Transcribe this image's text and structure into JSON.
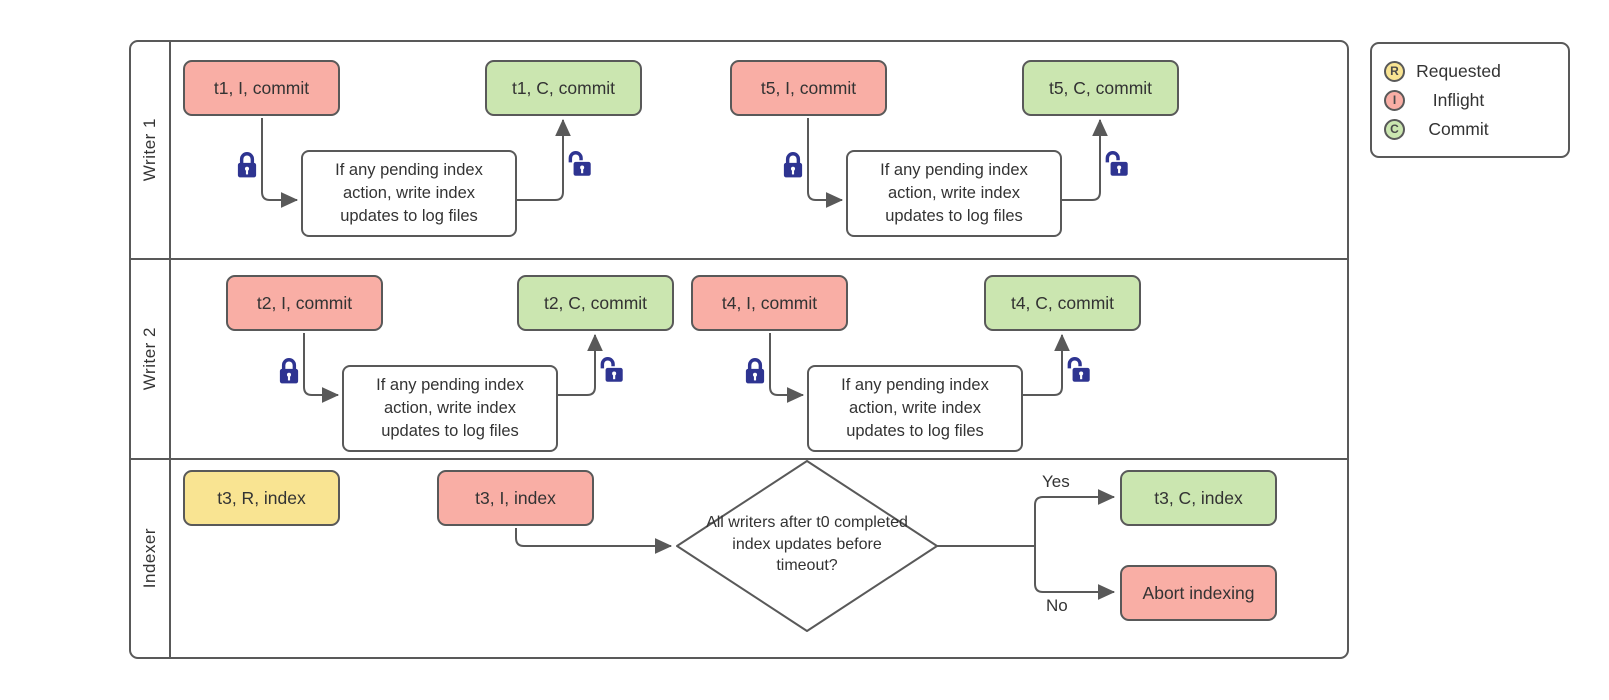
{
  "colors": {
    "inflight": "#F9AEA5",
    "commit": "#CBE6B0",
    "requested": "#F9E492",
    "border": "#595959",
    "lock": "#2E3491"
  },
  "legend": {
    "items": [
      {
        "symbol": "R",
        "label": "Requested",
        "color": "#F9E492"
      },
      {
        "symbol": "I",
        "label": "Inflight",
        "color": "#F9AEA5"
      },
      {
        "symbol": "C",
        "label": "Commit",
        "color": "#CBE6B0"
      }
    ]
  },
  "lanes": [
    {
      "label": "Writer 1",
      "units": [
        {
          "inflight": "t1, I, commit",
          "process": "If any pending index action, write index updates to log files",
          "commit": "t1, C, commit"
        },
        {
          "inflight": "t5, I, commit",
          "process": "If any pending index action, write index updates to log files",
          "commit": "t5, C, commit"
        }
      ]
    },
    {
      "label": "Writer 2",
      "units": [
        {
          "inflight": "t2, I, commit",
          "process": "If any pending index action, write index updates to log files",
          "commit": "t2, C, commit"
        },
        {
          "inflight": "t4, I, commit",
          "process": "If any pending index action, write index updates to log files",
          "commit": "t4, C, commit"
        }
      ]
    },
    {
      "label": "Indexer"
    }
  ],
  "indexer": {
    "requested": "t3, R, index",
    "inflight": "t3, I, index",
    "decision": "All writers after t0 completed index updates before timeout?",
    "yes": "Yes",
    "no": "No",
    "commit": "t3, C, index",
    "abort": "Abort indexing"
  }
}
